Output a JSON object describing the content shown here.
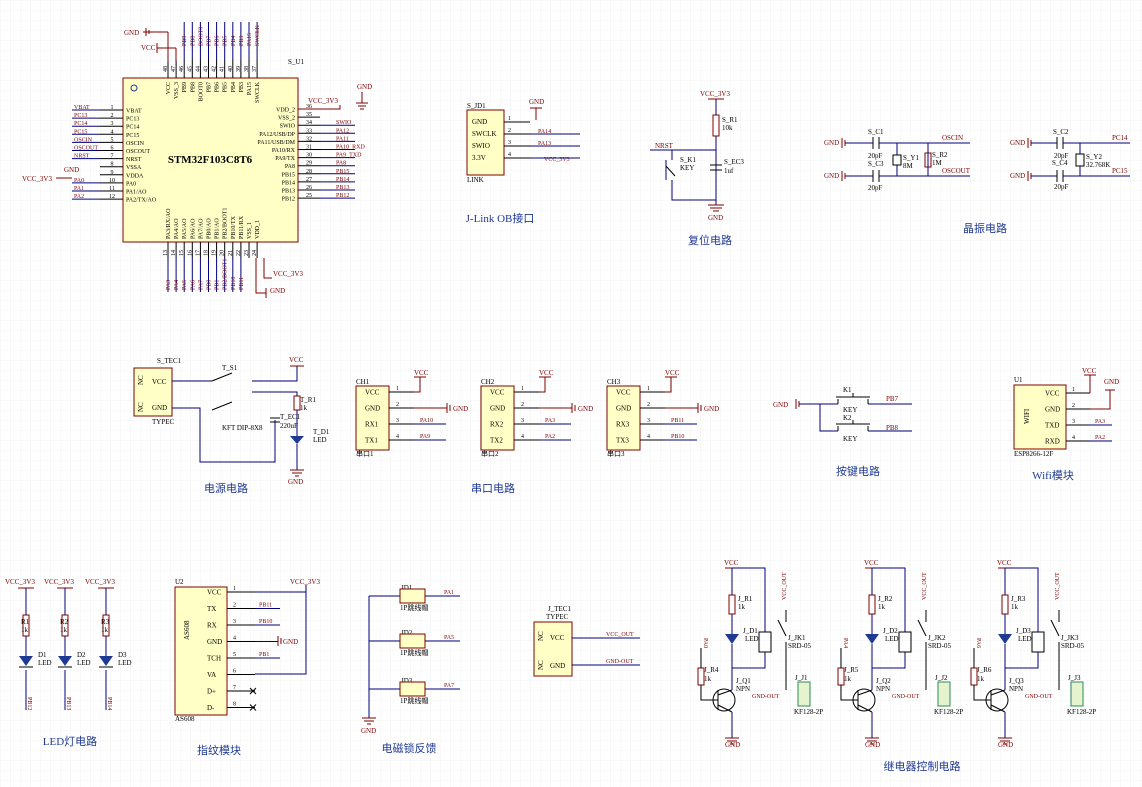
{
  "sheet": {
    "background": "#ffffff",
    "grid_color": "#e8e8e8"
  },
  "titles": {
    "jlink": "J-Link OB接口",
    "reset": "复位电路",
    "crystal": "晶振电路",
    "power": "电源电路",
    "uart": "串口电路",
    "keys": "按键电路",
    "wifi": "Wifi模块",
    "led": "LED灯电路",
    "finger": "指纹模块",
    "lock": "电磁锁反馈",
    "relay": "继电器控制电路"
  },
  "mcu": {
    "name": "STM32F103C8T6",
    "designator": "S_U1",
    "left_pins": [
      {
        "num": "1",
        "name": "VBAT",
        "net": "VBAT"
      },
      {
        "num": "2",
        "name": "PC13",
        "net": "PC13"
      },
      {
        "num": "3",
        "name": "PC14",
        "net": "PC14"
      },
      {
        "num": "4",
        "name": "PC15",
        "net": "PC15"
      },
      {
        "num": "5",
        "name": "OSCIN",
        "net": "OSCIN"
      },
      {
        "num": "6",
        "name": "OSCOUT",
        "net": "OSCOUT"
      },
      {
        "num": "7",
        "name": "NRST",
        "net": "NRST"
      },
      {
        "num": "8",
        "name": "VSSA",
        "net": ""
      },
      {
        "num": "9",
        "name": "VDDA",
        "net": ""
      },
      {
        "num": "10",
        "name": "PA0",
        "net": "PA0"
      },
      {
        "num": "11",
        "name": "PA1/AO",
        "net": "PA1"
      },
      {
        "num": "12",
        "name": "PA2/TX/AO",
        "net": "PA2"
      }
    ],
    "right_pins": [
      {
        "num": "36",
        "name": "VDD_2",
        "net": ""
      },
      {
        "num": "35",
        "name": "VSS_2",
        "net": ""
      },
      {
        "num": "34",
        "name": "SWIO",
        "net": "SWIO"
      },
      {
        "num": "33",
        "name": "PA12/USB/DP",
        "net": "PA12"
      },
      {
        "num": "32",
        "name": "PA11/USB/DM",
        "net": "PA11"
      },
      {
        "num": "31",
        "name": "PA10/RX",
        "net": "PA10_RXD"
      },
      {
        "num": "30",
        "name": "PA9/TX",
        "net": "PA9_TXD"
      },
      {
        "num": "29",
        "name": "PA8",
        "net": "PA8"
      },
      {
        "num": "28",
        "name": "PB15",
        "net": "PB15"
      },
      {
        "num": "27",
        "name": "PB14",
        "net": "PB14"
      },
      {
        "num": "26",
        "name": "PB13",
        "net": "PB13"
      },
      {
        "num": "25",
        "name": "PB12",
        "net": "PB12"
      }
    ],
    "top_pins": [
      {
        "num": "48",
        "name": "VCC",
        "net": ""
      },
      {
        "num": "47",
        "name": "VSS_3",
        "net": ""
      },
      {
        "num": "46",
        "name": "PB9",
        "net": "PB9"
      },
      {
        "num": "45",
        "name": "PB8",
        "net": "PB8"
      },
      {
        "num": "44",
        "name": "BOOT0",
        "net": "BOOT0"
      },
      {
        "num": "43",
        "name": "PB7",
        "net": "PB7"
      },
      {
        "num": "42",
        "name": "PB6",
        "net": "PB6"
      },
      {
        "num": "41",
        "name": "PB5",
        "net": "PB5"
      },
      {
        "num": "40",
        "name": "PB4",
        "net": "PB4"
      },
      {
        "num": "39",
        "name": "PB3",
        "net": "PB3"
      },
      {
        "num": "38",
        "name": "PA15",
        "net": "PA15"
      },
      {
        "num": "37",
        "name": "SWCLK",
        "net": "SWCLK"
      }
    ],
    "bottom_pins": [
      {
        "num": "13",
        "name": "PA3/RX/AO",
        "net": "PA3"
      },
      {
        "num": "14",
        "name": "PA4/AO",
        "net": "PA4"
      },
      {
        "num": "15",
        "name": "PA5/AO",
        "net": "PA5"
      },
      {
        "num": "16",
        "name": "PA6/AO",
        "net": "PA6"
      },
      {
        "num": "17",
        "name": "PA7/AO",
        "net": "PA7"
      },
      {
        "num": "18",
        "name": "PB0/AO",
        "net": "PB0"
      },
      {
        "num": "19",
        "name": "PB1/AO",
        "net": "PB1"
      },
      {
        "num": "20",
        "name": "PB2/BOOT1",
        "net": "PB2/BOOT1"
      },
      {
        "num": "21",
        "name": "PB10/TX",
        "net": "PB10"
      },
      {
        "num": "22",
        "name": "PB11/RX",
        "net": "PB11"
      },
      {
        "num": "23",
        "name": "VSS_1",
        "net": ""
      },
      {
        "num": "24",
        "name": "VDD_1",
        "net": ""
      }
    ],
    "power_labels": {
      "gnd": "GND",
      "vcc": "VCC",
      "vcc3v3": "VCC_3V3"
    }
  },
  "jlink": {
    "designator": "S_JD1",
    "footer": "LINK",
    "pins": [
      {
        "num": "1",
        "name": "GND",
        "net": ""
      },
      {
        "num": "2",
        "name": "SWCLK",
        "net": "PA14"
      },
      {
        "num": "3",
        "name": "SWIO",
        "net": "PA13"
      },
      {
        "num": "4",
        "name": "3.3V",
        "net": "VCC_3V3"
      }
    ],
    "gnd": "GND"
  },
  "reset": {
    "vcc": "VCC_3V3",
    "resistor": "S_R1",
    "resistor_value": "10k",
    "switch": "S_K1",
    "switch_value": "KEY",
    "cap": "S_EC3",
    "cap_value": "1uf",
    "net": "NRST",
    "gnd": "GND"
  },
  "crystal": {
    "gnd": "GND",
    "c1": "S_C1",
    "c1_value": "20pF",
    "c3": "S_C3",
    "c3_value": "20pF",
    "y1": "S_Y1",
    "y1_value": "8M",
    "r2": "S_R2",
    "r2_value": "1M",
    "c2": "S_C2",
    "c2_value": "20pF",
    "c4": "S_C4",
    "c4_value": "20pF",
    "y2": "S_Y2",
    "y2_value": "32.768K",
    "net_oscin": "OSCIN",
    "net_oscout": "OSCOUT",
    "net_pc14": "PC14",
    "net_pc15": "PC15"
  },
  "power": {
    "connector": "S_TEC1",
    "connector_type": "TYPEC",
    "pin_vcc": "VCC",
    "pin_gnd": "GND",
    "pin_nc": "NC",
    "switch": "T_S1",
    "switch_type": "KFT DIP-8X8",
    "cap": "T_EC1",
    "cap_value": "220uF",
    "r1": "T_R1",
    "r1_value": "1k",
    "led": "T_D1",
    "led_value": "LED",
    "vcc": "VCC",
    "gnd": "GND"
  },
  "uart": [
    {
      "designator": "CH1",
      "label": "串口1",
      "pins": [
        "VCC",
        "GND",
        "RX1",
        "TX1"
      ],
      "nets": [
        "VCC",
        "GND",
        "PA10",
        "PA9"
      ]
    },
    {
      "designator": "CH2",
      "label": "串口2",
      "pins": [
        "VCC",
        "GND",
        "RX2",
        "TX2"
      ],
      "nets": [
        "VCC",
        "GND",
        "PA3",
        "PA2"
      ]
    },
    {
      "designator": "CH3",
      "label": "串口3",
      "pins": [
        "VCC",
        "GND",
        "RX3",
        "TX3"
      ],
      "nets": [
        "VCC",
        "GND",
        "PB11",
        "PB10"
      ]
    }
  ],
  "keys": {
    "gnd": "GND",
    "k1": "K1",
    "k1_value": "KEY",
    "k1_net": "PB7",
    "k2": "K2",
    "k2_value": "KEY",
    "k2_net": "PB8"
  },
  "wifi": {
    "designator": "U1",
    "chip": "WIFI",
    "footer": "ESP8266-12F",
    "pins": [
      {
        "num": "1",
        "name": "VCC",
        "net": "VCC"
      },
      {
        "num": "2",
        "name": "GND",
        "net": "GND"
      },
      {
        "num": "3",
        "name": "TXD",
        "net": "PA3"
      },
      {
        "num": "4",
        "name": "RXD",
        "net": "PA2"
      }
    ]
  },
  "leds": [
    {
      "vcc": "VCC_3V3",
      "r": "R1",
      "rv": "1k",
      "d": "D1",
      "dv": "LED",
      "net": "PB12"
    },
    {
      "vcc": "VCC_3V3",
      "r": "R2",
      "rv": "1k",
      "d": "D2",
      "dv": "LED",
      "net": "PB13"
    },
    {
      "vcc": "VCC_3V3",
      "r": "R3",
      "rv": "1k",
      "d": "D3",
      "dv": "LED",
      "net": "PB14"
    }
  ],
  "finger": {
    "designator": "U2",
    "chip": "AS608",
    "footer": "AS608",
    "vcc": "VCC_3V3",
    "gnd": "GND",
    "pins": [
      {
        "num": "1",
        "name": "VCC",
        "net": ""
      },
      {
        "num": "2",
        "name": "TX",
        "net": "PB11"
      },
      {
        "num": "3",
        "name": "RX",
        "net": "PB10"
      },
      {
        "num": "4",
        "name": "GND",
        "net": ""
      },
      {
        "num": "5",
        "name": "TCH",
        "net": "PB1"
      },
      {
        "num": "6",
        "name": "VA",
        "net": ""
      },
      {
        "num": "7",
        "name": "D+",
        "net": ""
      },
      {
        "num": "8",
        "name": "D-",
        "net": ""
      }
    ]
  },
  "lock": {
    "jumpers": [
      {
        "d": "JD1",
        "value": "1P跳线帽",
        "net": "PA1"
      },
      {
        "d": "JD2",
        "value": "1P跳线帽",
        "net": "PA5"
      },
      {
        "d": "JD3",
        "value": "1P跳线帽",
        "net": "PA7"
      }
    ],
    "connector": "J_TEC1",
    "connector_type": "TYPEC",
    "pin_vcc": "VCC",
    "pin_gnd": "GND",
    "pin_nc": "NC",
    "net_vcc": "VCC_OUT",
    "net_gnd": "GND-OUT"
  },
  "relays": [
    {
      "vcc": "VCC",
      "r1": "J_R1",
      "r1v": "1k",
      "d": "J_D1",
      "dv": "LED",
      "r2": "J_R4",
      "r2v": "1k",
      "q": "J_Q1",
      "qv": "NPN",
      "k": "J_JK1",
      "kv": "SRD-05",
      "j": "J_J1",
      "jv": "KF128-2P",
      "net": "PA0",
      "vout": "VCC_OUT",
      "gout": "GND-OUT",
      "gnd": "GND"
    },
    {
      "vcc": "VCC",
      "r1": "J_R2",
      "r1v": "1k",
      "d": "J_D2",
      "dv": "LED",
      "r2": "J_R5",
      "r2v": "1k",
      "q": "J_Q2",
      "qv": "NPN",
      "k": "J_JK2",
      "kv": "SRD-05",
      "j": "J_J2",
      "jv": "KF128-2P",
      "net": "PA4",
      "vout": "VCC_OUT",
      "gout": "GND-OUT",
      "gnd": "GND"
    },
    {
      "vcc": "VCC",
      "r1": "J_R3",
      "r1v": "1k",
      "d": "J_D3",
      "dv": "LED",
      "r2": "J_R6",
      "r2v": "1k",
      "q": "J_Q3",
      "qv": "NPN",
      "k": "J_JK3",
      "kv": "SRD-05",
      "j": "J_J3",
      "jv": "KF128-2P",
      "net": "PA6",
      "vout": "VCC_OUT",
      "gout": "GND-OUT",
      "gnd": "GND"
    }
  ]
}
